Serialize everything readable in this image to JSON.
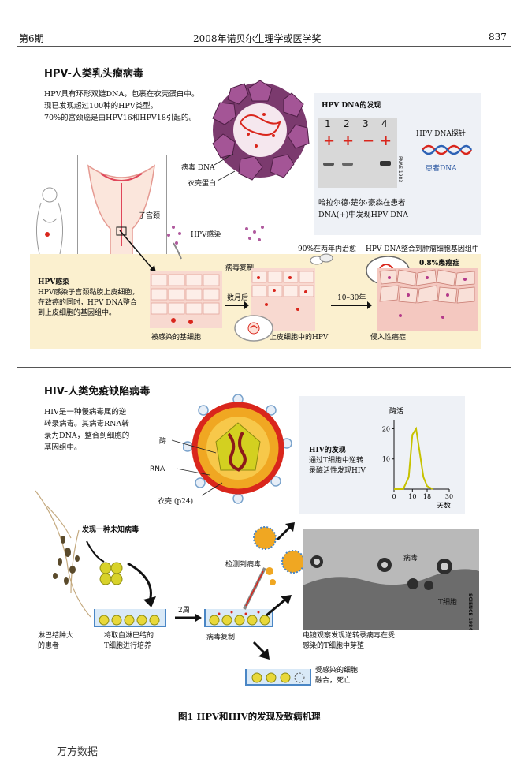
{
  "header": {
    "left": "第6期",
    "center": "2008年诺贝尔生理学或医学奖",
    "right": "837"
  },
  "hpv": {
    "title": "HPV-人类乳头瘤病毒",
    "intro": [
      "HPV具有环形双链DNA，包裹在衣壳蛋白中。",
      "现已发现超过100种的HPV类型。",
      "70%的宫颈癌是由HPV16和HPV18引起的。"
    ],
    "virus_labels": {
      "dna": "病毒 DNA",
      "capsid": "衣壳蛋白"
    },
    "cervix_label": "子宫颈",
    "infection_label": "HPV感染",
    "replication_label": "病毒复制",
    "cure_label": "90%在两年内治愈",
    "integration_label": "HPV DNA整合到肿瘤细胞基因组中",
    "cancer_pct": "0.8%患癌症",
    "infection_box": {
      "title": "HPV感染",
      "lines": [
        "HPV感染子宫颈黏膜上皮细胞，",
        "在致癌的同时，HPV DNA整合",
        "到上皮细胞的基因组中。"
      ]
    },
    "basal_label": "被感染的基细胞",
    "months_label": "数月后",
    "years_label": "10–30年",
    "epi_label": "上皮细胞中的HPV",
    "invasive_label": "侵入性癌症",
    "discovery": {
      "title": "HPV DNA的发现",
      "lanes": [
        "1",
        "2",
        "3",
        "4"
      ],
      "signs": [
        "+",
        "+",
        "−",
        "+"
      ],
      "probe_label": "HPV DNA探针",
      "patient_label": "患者DNA",
      "source": "PNAS 1983",
      "desc": [
        "哈拉尔德·楚尔·豪森在患者",
        "DNA(+)中发现HPV DNA"
      ]
    }
  },
  "hiv": {
    "title": "HIV-人类免疫缺陷病毒",
    "intro": [
      "HIV是一种慢病毒属的逆",
      "转录病毒。其病毒RNA转",
      "录为DNA，整合到细胞的",
      "基因组中。"
    ],
    "virus_labels": {
      "enzyme": "酶",
      "rna": "RNA",
      "capsid": "衣壳 (p24)"
    },
    "discovery": {
      "title": "HIV的发现",
      "lines": [
        "通过T细胞中逆转",
        "录酶活性发现HIV"
      ]
    },
    "unknown_virus": "发现一种未知病毒",
    "patient": [
      "淋巴结肿大",
      "的患者"
    ],
    "culture": [
      "将取自淋巴结的",
      "T细胞进行培养"
    ],
    "weeks": "2周",
    "replication_label": "病毒复制",
    "detected_label": "检测到病毒",
    "em_labels": {
      "virus": "病毒",
      "tcell": "T细胞",
      "source": "SCIENCE 1984"
    },
    "em_desc": [
      "电镜观察发现逆转录病毒在受",
      "感染的T细胞中芽殖"
    ],
    "infected": [
      "受感染的细胞",
      "融合，死亡"
    ]
  },
  "chart_data": {
    "type": "line",
    "title": "",
    "ylabel": "酶活",
    "xlabel": "天数",
    "x": [
      0,
      5,
      8,
      10,
      12,
      14,
      16,
      18,
      21
    ],
    "series": [
      {
        "values": [
          0,
          0,
          4,
          18,
          20,
          12,
          4,
          1,
          0
        ]
      }
    ],
    "xticks": [
      "0",
      "10",
      "18",
      "30"
    ],
    "yticks": [
      "10",
      "20"
    ],
    "xlim": [
      0,
      30
    ],
    "ylim": [
      0,
      23
    ],
    "color": "#c7c200"
  },
  "caption": "图1  HPV和HIV的发现及致病机理",
  "footer": "万方数据",
  "colors": {
    "band": "#fbf0cf",
    "purple": "#8e3d7a",
    "red": "#d9261c",
    "gold": "#f0a722",
    "green_yellow": "#c7c200"
  }
}
